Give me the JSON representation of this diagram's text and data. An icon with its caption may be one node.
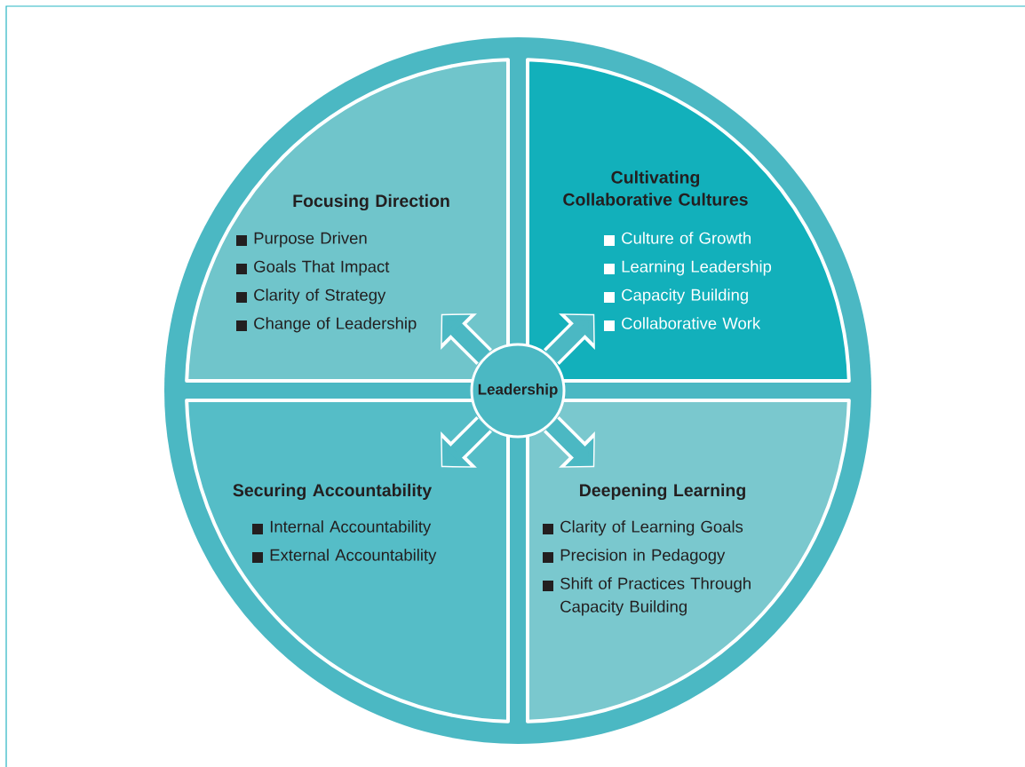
{
  "diagram": {
    "nodes": [
      {
        "text": [
          "Leadership"
        ]
      },
      {
        "text": [
          "Focusing Direction",
          "Purpose Driven",
          "Goals That Impact",
          "Clarity of Strategy",
          "Change of Leadership"
        ]
      },
      {
        "text": [
          "Cultivating Collaborative Cultures",
          "Culture of Growth",
          "Learning Leadership",
          "Capacity Building",
          "Collaborative Work"
        ]
      },
      {
        "text": [
          "Securing Accountability",
          "Internal Accountability",
          "External Accountability"
        ]
      },
      {
        "text": [
          "Deepening Learning",
          "Clarity of Learning Goals",
          "Precision in Pedagogy",
          "Shift of Practices Through Capacity Building"
        ]
      }
    ],
    "edges": [
      {
        "from": 0,
        "to": 1,
        "arrow": "to"
      },
      {
        "from": 0,
        "to": 2,
        "arrow": "to"
      },
      {
        "from": 0,
        "to": 3,
        "arrow": "to"
      },
      {
        "from": 0,
        "to": 4,
        "arrow": "to"
      }
    ]
  }
}
